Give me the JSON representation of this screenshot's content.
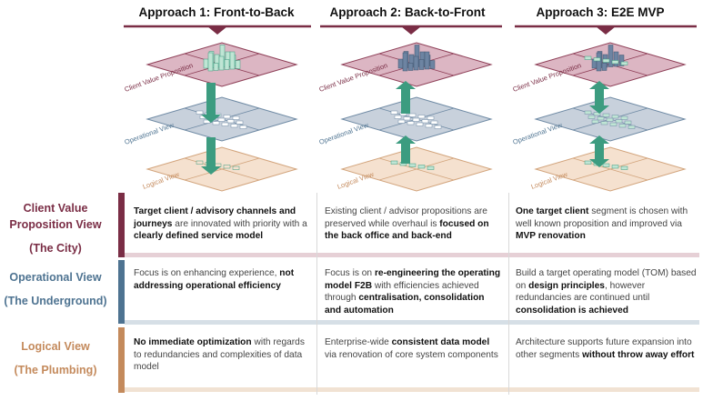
{
  "approaches": [
    {
      "title": "Approach 1: Front-to-Back"
    },
    {
      "title": "Approach 2: Back-to-Front"
    },
    {
      "title": "Approach 3: E2E MVP"
    }
  ],
  "layer_labels": {
    "client": "Client Value Proposition",
    "operational": "Operational View",
    "logical": "Logical View"
  },
  "rows": [
    {
      "label": "Client Value Proposition View",
      "sub": "(The City)",
      "color": "#7a2d45",
      "bar_color": "#e6d0d6",
      "cells": [
        [
          {
            "t": "Target client / advisory channels and journeys",
            "b": true
          },
          {
            "t": " are innovated with priority with a "
          },
          {
            "t": "clearly defined service model",
            "b": true
          }
        ],
        [
          {
            "t": "Existing client / advisor propositions are preserved while overhaul is "
          },
          {
            "t": "focused on the back office and back-end",
            "b": true
          }
        ],
        [
          {
            "t": "One target client",
            "b": true
          },
          {
            "t": " segment is chosen with well known proposition and improved via "
          },
          {
            "t": "MVP renovation",
            "b": true
          }
        ]
      ]
    },
    {
      "label": "Operational View",
      "sub": "(The Underground)",
      "color": "#4e7391",
      "bar_color": "#d6dfe6",
      "cells": [
        [
          {
            "t": "Focus is on enhancing experience, "
          },
          {
            "t": "not addressing operational efficiency",
            "b": true
          }
        ],
        [
          {
            "t": "Focus is on "
          },
          {
            "t": "re-engineering the operating model F2B",
            "b": true
          },
          {
            "t": " with efficiencies achieved through "
          },
          {
            "t": "centralisation, consolidation and automation",
            "b": true
          }
        ],
        [
          {
            "t": "Build a target operating model (TOM) based on "
          },
          {
            "t": "design principles",
            "b": true
          },
          {
            "t": ", however redundancies are continued until "
          },
          {
            "t": "consolidation is achieved",
            "b": true
          }
        ]
      ]
    },
    {
      "label": "Logical View",
      "sub": "(The Plumbing)",
      "color": "#c48a5c",
      "bar_color": "#f1e2d3",
      "cells": [
        [
          {
            "t": "No immediate optimization",
            "b": true
          },
          {
            "t": " with regards to redundancies and complexities of data model"
          }
        ],
        [
          {
            "t": "Enterprise-wide "
          },
          {
            "t": "consistent data model",
            "b": true
          },
          {
            "t": " via renovation of core system components"
          }
        ],
        [
          {
            "t": "Architecture supports future expansion into other segments "
          },
          {
            "t": "without throw away effort",
            "b": true
          }
        ]
      ]
    }
  ],
  "colors": {
    "banner": "#7a2d45",
    "city_layer": "#dcb6c3",
    "city_line": "#8e3f57",
    "ops_layer": "#c8d1dc",
    "ops_line": "#6f8aa4",
    "logic_layer": "#f5e1cf",
    "logic_line": "#d2a47c",
    "arrow": "#3c9c80",
    "green_building": "#bfe5d4",
    "blue_building": "#6d84a2"
  }
}
